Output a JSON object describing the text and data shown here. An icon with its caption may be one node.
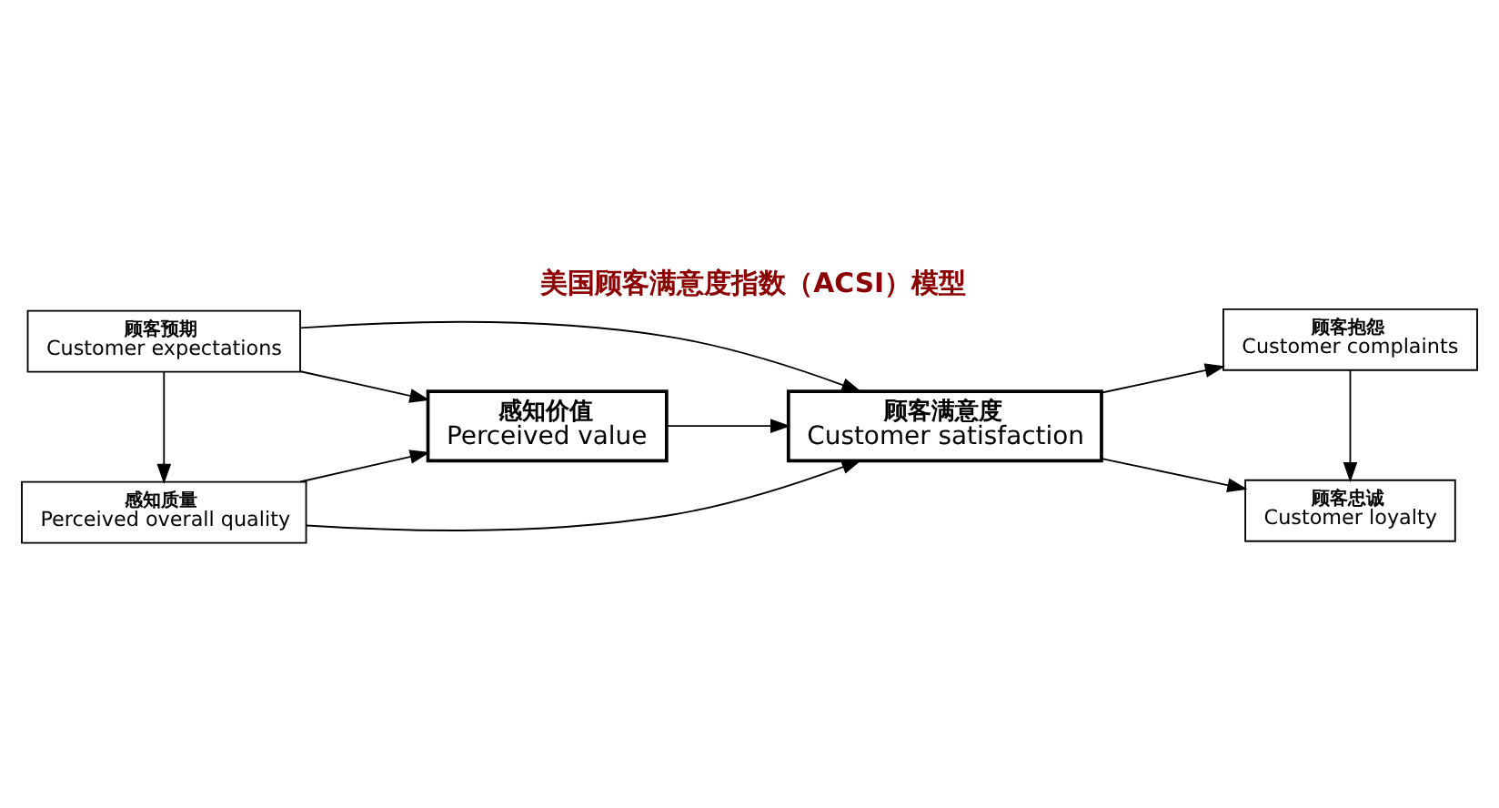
{
  "diagram": {
    "title": "美国顾客满意度指数（ACSI）模型",
    "nodes": [
      {
        "text": [
          "感知质量",
          "Perceived overall quality"
        ]
      },
      {
        "text": [
          "顾客预期",
          "Customer expectations"
        ]
      },
      {
        "text": [
          "感知价值",
          "Perceived value"
        ]
      },
      {
        "text": [
          "顾客满意度",
          "Customer satisfaction"
        ]
      },
      {
        "text": [
          "顾客抱怨",
          "Customer complaints"
        ]
      },
      {
        "text": [
          "顾客忠诚",
          "Customer loyalty"
        ]
      }
    ],
    "edges": [
      {
        "from": 1,
        "to": 0,
        "arrow": "to"
      },
      {
        "from": 0,
        "to": 2,
        "arrow": "to"
      },
      {
        "from": 0,
        "to": 3,
        "arrow": "to"
      },
      {
        "from": 1,
        "to": 2,
        "arrow": "to"
      },
      {
        "from": 1,
        "to": 3,
        "arrow": "to"
      },
      {
        "from": 2,
        "to": 3,
        "arrow": "to"
      },
      {
        "from": 3,
        "to": 4,
        "arrow": "to"
      },
      {
        "from": 3,
        "to": 5,
        "arrow": "to"
      },
      {
        "from": 4,
        "to": 5,
        "arrow": "to"
      }
    ]
  }
}
